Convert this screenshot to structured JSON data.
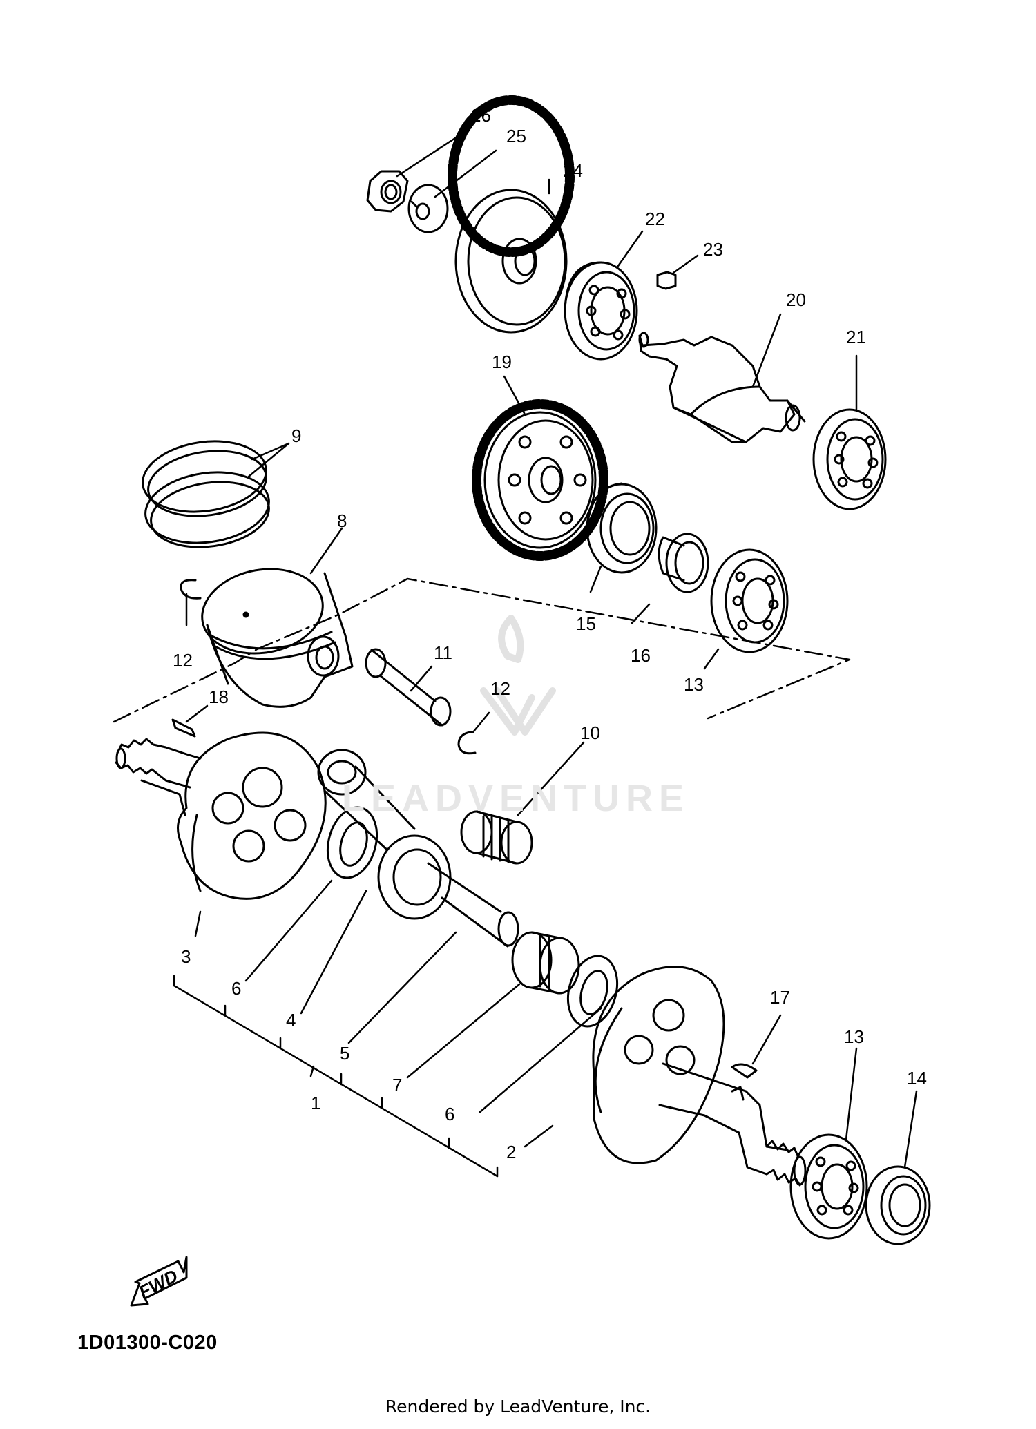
{
  "diagram_code": "1D01300-C020",
  "footer": "Rendered by LeadVenture, Inc.",
  "watermark": "LEADVENTURE",
  "fwd_label": "FWD",
  "callouts": [
    "26",
    "25",
    "24",
    "22",
    "23",
    "20",
    "21",
    "19",
    "9",
    "8",
    "15",
    "16",
    "13",
    "12",
    "11",
    "12",
    "18",
    "10",
    "3",
    "6",
    "4",
    "5",
    "7",
    "1",
    "6",
    "2",
    "17",
    "13",
    "14"
  ]
}
